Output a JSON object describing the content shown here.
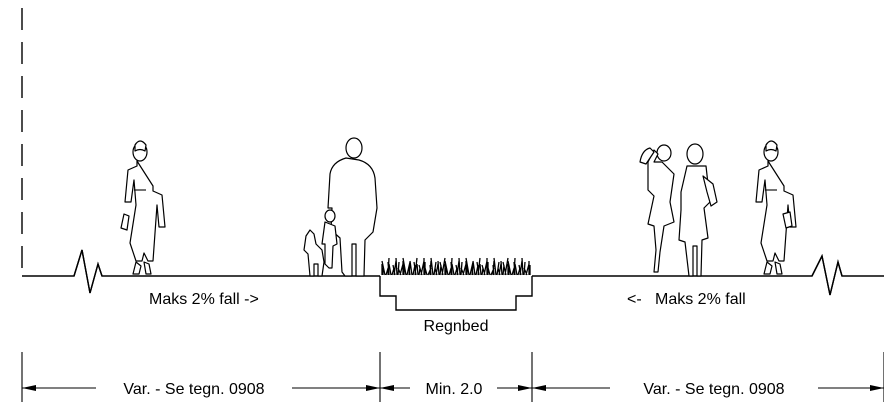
{
  "section": {
    "slope_left": "Maks 2% fall ->",
    "slope_right": "<-   Maks 2% fall",
    "rain_bed_label": "Regnbed"
  },
  "dimensions": {
    "left": "Var. - Se tegn. 0908",
    "middle": "Min. 2.0",
    "right": "Var. - Se tegn. 0908"
  },
  "icons": {
    "pedestrian": "woman-walking-icon",
    "man_child_dog": "man-with-child-and-dog-icon",
    "couple": "two-women-talking-icon",
    "vegetation": "rain-garden-grass-icon",
    "break": "break-line-icon"
  }
}
